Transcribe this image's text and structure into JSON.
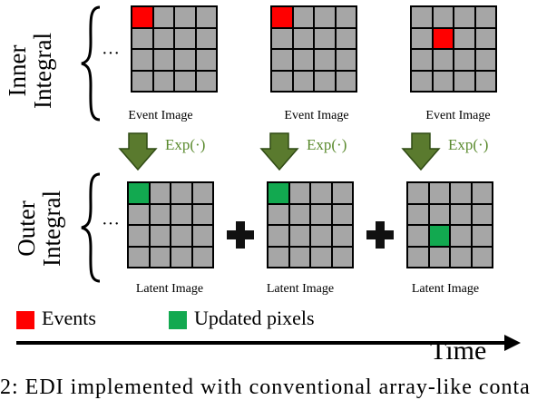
{
  "rows": {
    "inner_label_line1": "Inner",
    "inner_label_line2": "Integral",
    "outer_label_line1": "Outer",
    "outer_label_line2": "Integral",
    "ellipsis": "···"
  },
  "event_images": [
    {
      "label": "Event Image",
      "active_cell": [
        0,
        0
      ]
    },
    {
      "label": "Event Image",
      "active_cell": [
        0,
        0
      ]
    },
    {
      "label": "Event Image",
      "active_cell": [
        1,
        1
      ]
    }
  ],
  "latent_images": [
    {
      "label": "Latent Image",
      "active_cell": [
        0,
        0
      ]
    },
    {
      "label": "Latent Image",
      "active_cell": [
        0,
        0
      ]
    },
    {
      "label": "Latent Image",
      "active_cell": [
        2,
        1
      ]
    }
  ],
  "arrow_label": "Exp(·)",
  "legend": {
    "events": "Events",
    "updated": "Updated pixels"
  },
  "time_label": "Time",
  "caption_fragment": "2: EDI implemented with conventional array-like conta",
  "colors": {
    "event": "#ff0000",
    "updated": "#12a950",
    "arrow": "#5a7a2e",
    "cell": "#a6a6a6"
  }
}
